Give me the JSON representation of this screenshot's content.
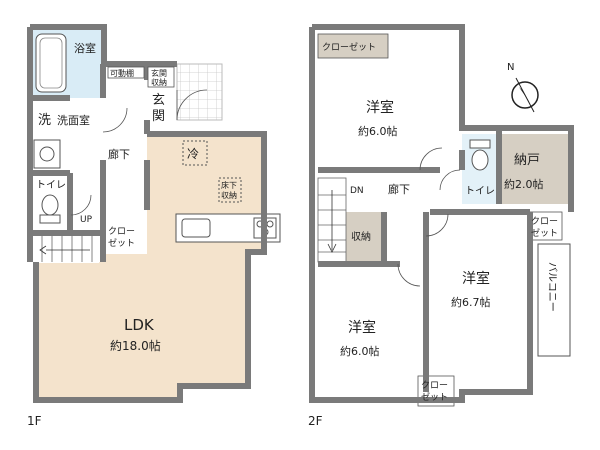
{
  "floors": [
    {
      "label": "1F",
      "rooms": [
        {
          "name": "浴室"
        },
        {
          "name": "洗"
        },
        {
          "name": "洗面室"
        },
        {
          "name": "可動棚"
        },
        {
          "name": "玄関",
          "sub": "収納"
        },
        {
          "name": "玄関"
        },
        {
          "name": "廊下"
        },
        {
          "name": "冷"
        },
        {
          "name": "トイレ"
        },
        {
          "name": "床下",
          "sub": "収納"
        },
        {
          "name": "UP"
        },
        {
          "name": "クロー",
          "sub": "ゼット"
        },
        {
          "name": "LDK",
          "size": "約18.0帖"
        }
      ]
    },
    {
      "label": "2F",
      "rooms": [
        {
          "name": "クローゼット"
        },
        {
          "name": "洋室",
          "size": "約6.0帖"
        },
        {
          "name": "納戸",
          "size": "約2.0帖"
        },
        {
          "name": "トイレ"
        },
        {
          "name": "DN"
        },
        {
          "name": "廊下"
        },
        {
          "name": "収納"
        },
        {
          "name": "クロー",
          "sub": "ゼット"
        },
        {
          "name": "洋室",
          "size": "約6.7帖"
        },
        {
          "name": "バルコニー"
        },
        {
          "name": "洋室",
          "size": "約6.0帖"
        },
        {
          "name": "クロー",
          "sub": "ゼット"
        }
      ]
    }
  ],
  "compass": {
    "label": "N"
  },
  "colors": {
    "wall": "#7a7a7a",
    "floor_wood": "#f4e3cc",
    "floor_white": "#ffffff",
    "storage": "#d6cfc3",
    "bath": "#d9ecf6"
  }
}
